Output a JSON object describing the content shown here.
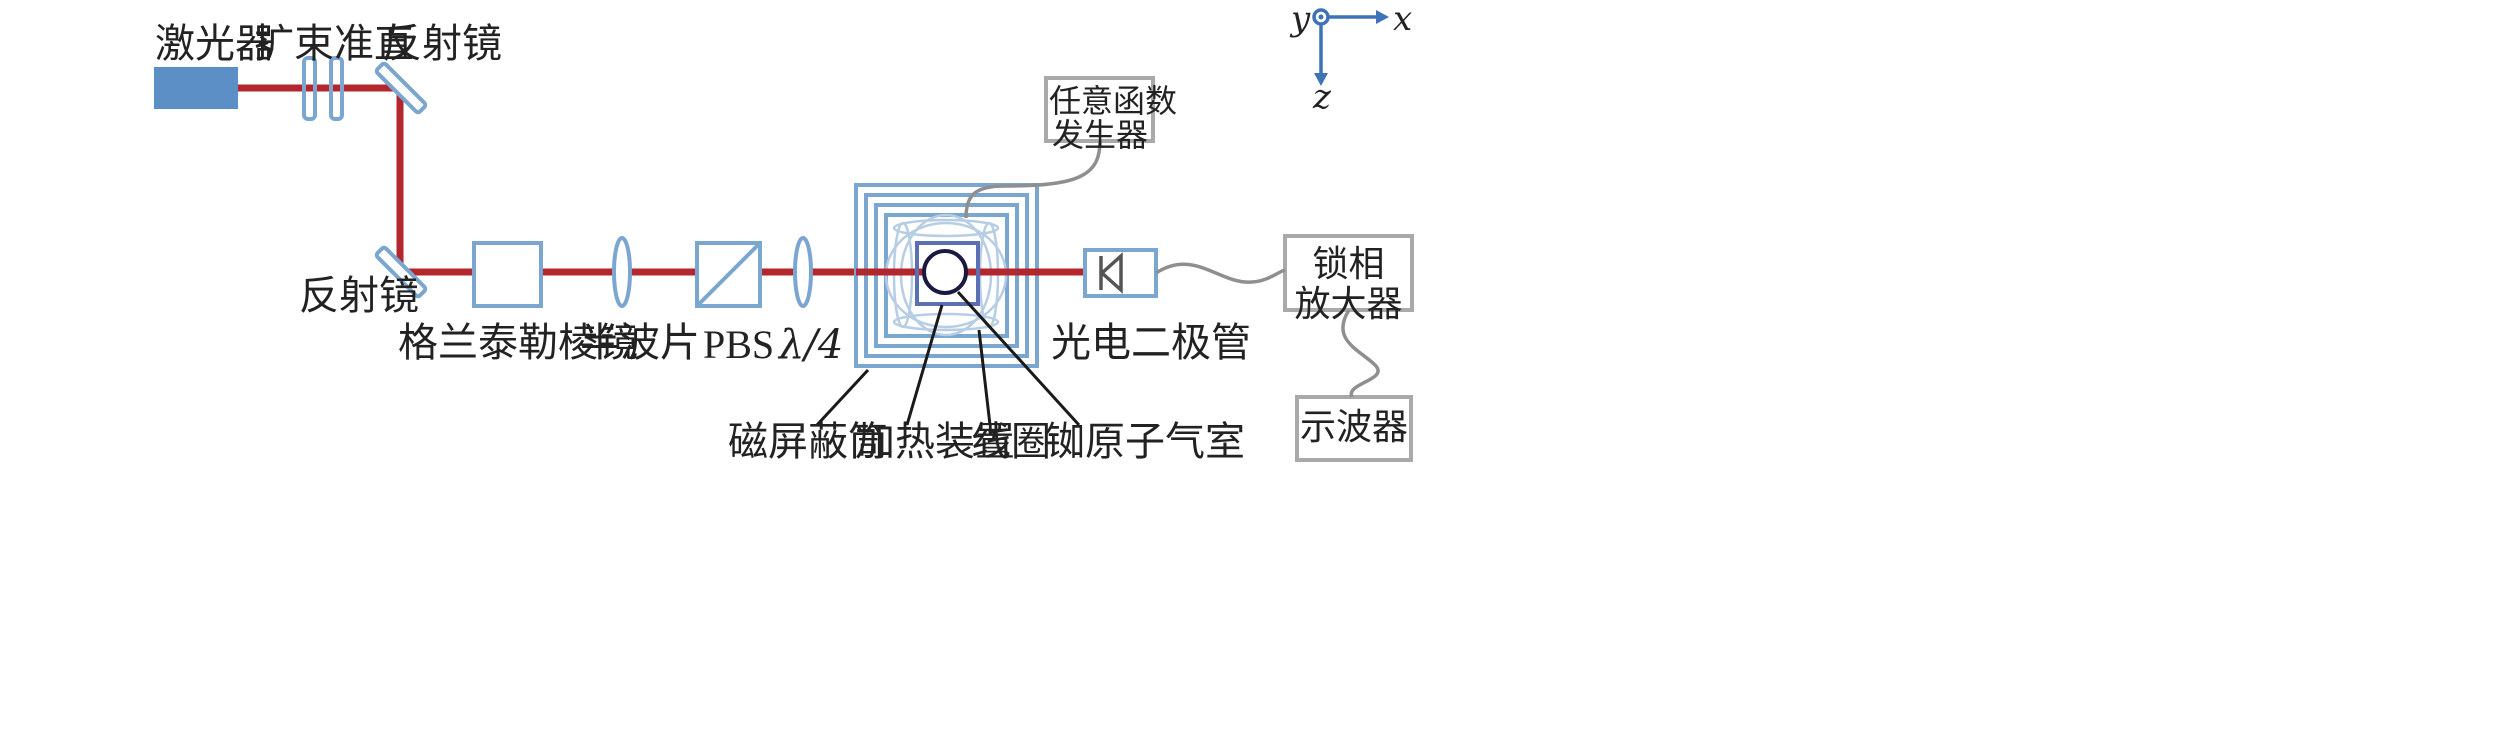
{
  "colors": {
    "beam": "#b3262e",
    "optic": "#7aa6cf",
    "laser_fill": "#5b8fc6",
    "equipment_box": "#a9a9a9",
    "wire": "#8f8f8f",
    "axis": "#3f73b8",
    "text": "#222222"
  },
  "labels": {
    "laser": "激光器",
    "beam_expander": "扩束准直",
    "mirror_top": "反射镜",
    "mirror_bottom": "反射镜",
    "glan_prism": "格兰泰勒棱镜",
    "half_wave_plate": "半波片",
    "pbs": "PBS",
    "quarter_wave_plate": "λ/4",
    "arbitrary_function_generator": "任意函数\n发生器",
    "photodiode": "光电二极管",
    "lockin_amplifier": "锁相\n放大器",
    "oscilloscope": "示波器",
    "magnetic_shield": "磁屏蔽筒",
    "heater": "加热装置",
    "coil": "线圈",
    "rb_cell": "铷原子气室"
  },
  "axes": {
    "x": "x",
    "y": "y",
    "z": "z"
  },
  "icons": {
    "laser": "laser-icon",
    "beam_expander": "lens-pair-icon",
    "mirror": "mirror-icon",
    "glan_prism": "prism-icon",
    "half_wave_plate": "lens-icon",
    "pbs": "beam-splitter-icon",
    "quarter_wave_plate": "lens-icon",
    "photodiode": "diode-icon",
    "rb_cell": "vapor-cell-icon"
  }
}
